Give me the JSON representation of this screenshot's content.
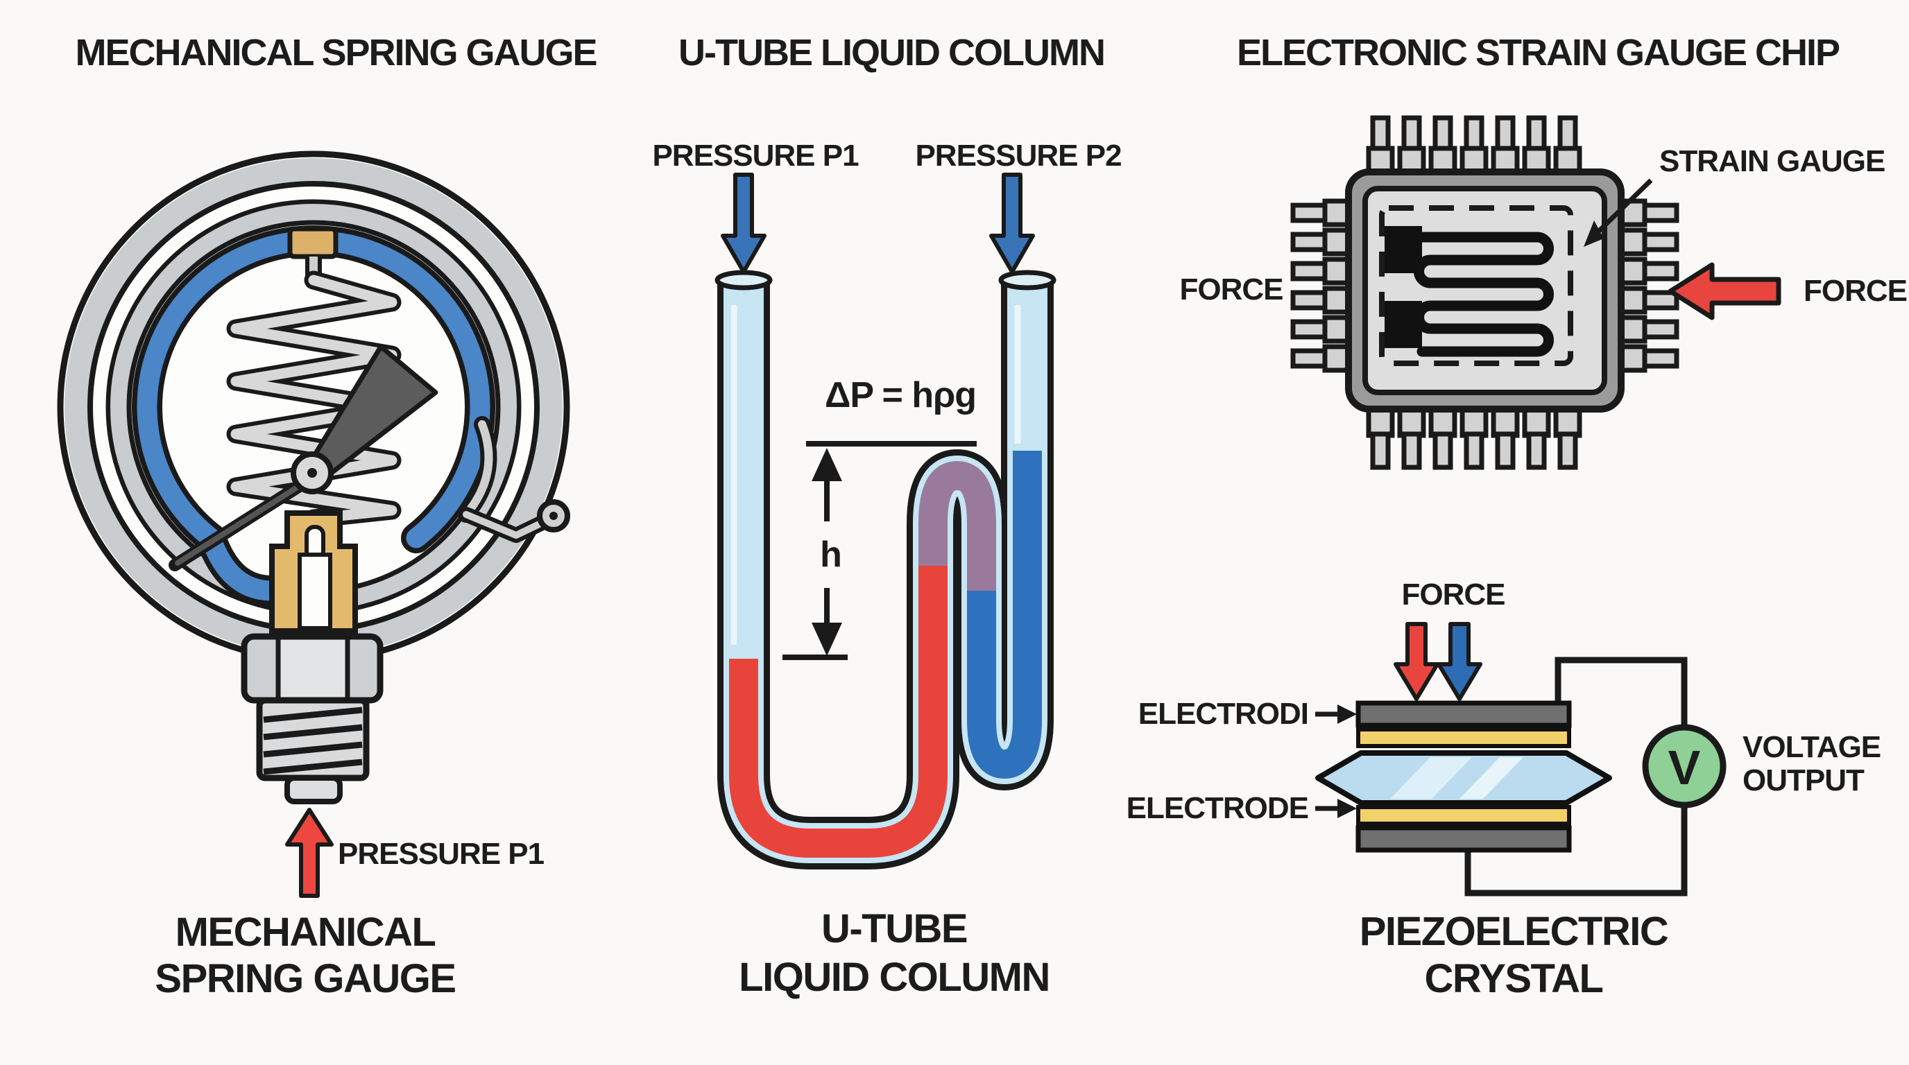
{
  "colors": {
    "background": "#faf9f7",
    "outline": "#1a1a1a",
    "red": "#e8453e",
    "blue_arrow": "#3a74b8",
    "blue_liquid": "#2e72be",
    "glass_blue": "#c7e5f3",
    "purple_transition": "#997a9d",
    "bezel_gray": "#c9cdd0",
    "spring_gray": "#d8d8d8",
    "brass": "#e3ba6c",
    "chip_frame": "#9b9b9b",
    "chip_face": "#dedede",
    "electrode_gray": "#707070",
    "electrode_yellow": "#f3d16a",
    "crystal_blue": "#badcee",
    "meter_green": "#8ed096"
  },
  "panels": {
    "gauge": {
      "title": "MECHANICAL SPRING GAUGE",
      "pressure_label": "PRESSURE P1",
      "caption_line1": "MECHANICAL",
      "caption_line2": "SPRING GAUGE"
    },
    "utube": {
      "title": "U-TUBE LIQUID COLUMN",
      "pressure_p1": "PRESSURE P1",
      "pressure_p2": "PRESSURE P2",
      "formula": "ΔP = hρg",
      "height_label": "h",
      "caption_line1": "U-TUBE",
      "caption_line2": "LIQUID COLUMN"
    },
    "chip": {
      "title": "ELECTRONIC STRAIN GAUGE CHIP",
      "strain_gauge_label": "STRAIN GAUGE",
      "force_left": "FORCE",
      "force_right": "FORCE"
    },
    "piezo": {
      "force_label": "FORCE",
      "electrode_top": "ELECTRODI",
      "electrode_bottom": "ELECTRODE",
      "voltmeter": "V",
      "voltage_line1": "VOLTAGE",
      "voltage_line2": "OUTPUT",
      "caption_line1": "PIEZOELECTRIC",
      "caption_line2": "CRYSTAL"
    }
  }
}
